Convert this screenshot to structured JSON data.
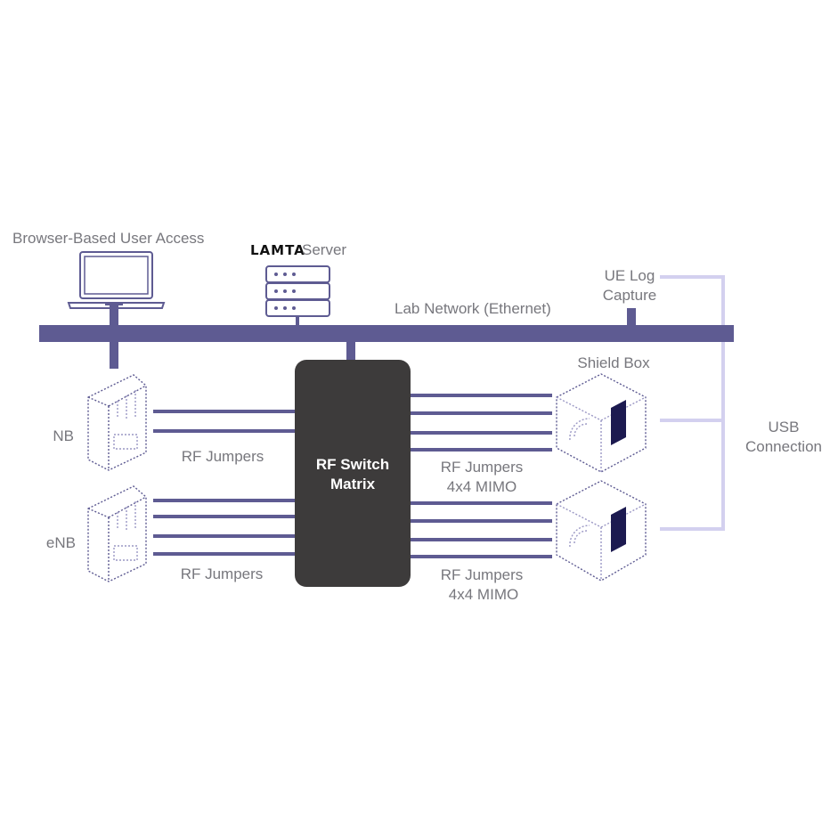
{
  "labels": {
    "browser_access": "Browser-Based User Access",
    "server_logo": "LAMTA",
    "server": "Server",
    "lab_network": "Lab Network (Ethernet)",
    "ue_log_line1": "UE Log",
    "ue_log_line2": "Capture",
    "shield_box": "Shield Box",
    "usb_line1": "USB",
    "usb_line2": "Connection",
    "nb": "NB",
    "enb": "eNB",
    "rf_jumpers_top": "RF Jumpers",
    "rf_jumpers_bottom": "RF Jumpers",
    "switch_line1": "RF Switch",
    "switch_line2": "Matrix",
    "mimo_top_line1": "RF Jumpers",
    "mimo_top_line2": "4x4 MIMO",
    "mimo_bottom_line1": "RF Jumpers",
    "mimo_bottom_line2": "4x4 MIMO"
  },
  "colors": {
    "bus": "#5e5b92",
    "switch": "#3d3b3b",
    "usb": "#d3d0ef",
    "text": "#77777d"
  }
}
